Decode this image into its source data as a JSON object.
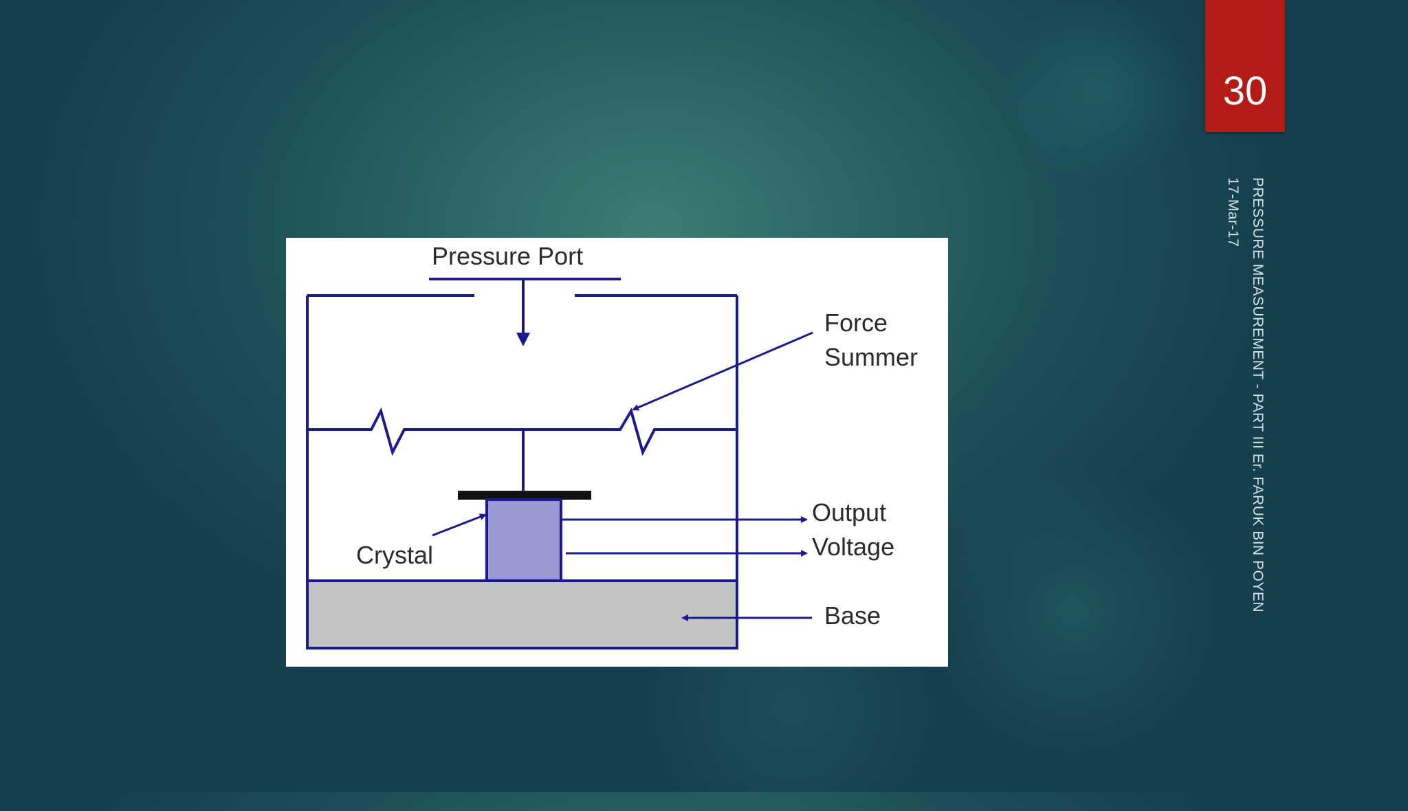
{
  "slide": {
    "number": "30",
    "footer_title": "PRESSURE MEASUREMENT - PART III Er. FARUK BIN POYEN",
    "footer_date": "17-Mar-17",
    "colors": {
      "background": "#1f5159",
      "number_box": "#b31b17",
      "diagram_line": "#1a1a8c",
      "crystal_fill": "#9999d1",
      "base_fill": "#c3c3c3"
    }
  },
  "diagram": {
    "labels": {
      "pressure_port": "Pressure Port",
      "force": "Force",
      "summer": "Summer",
      "output": "Output",
      "voltage": "Voltage",
      "crystal": "Crystal",
      "base": "Base"
    }
  }
}
